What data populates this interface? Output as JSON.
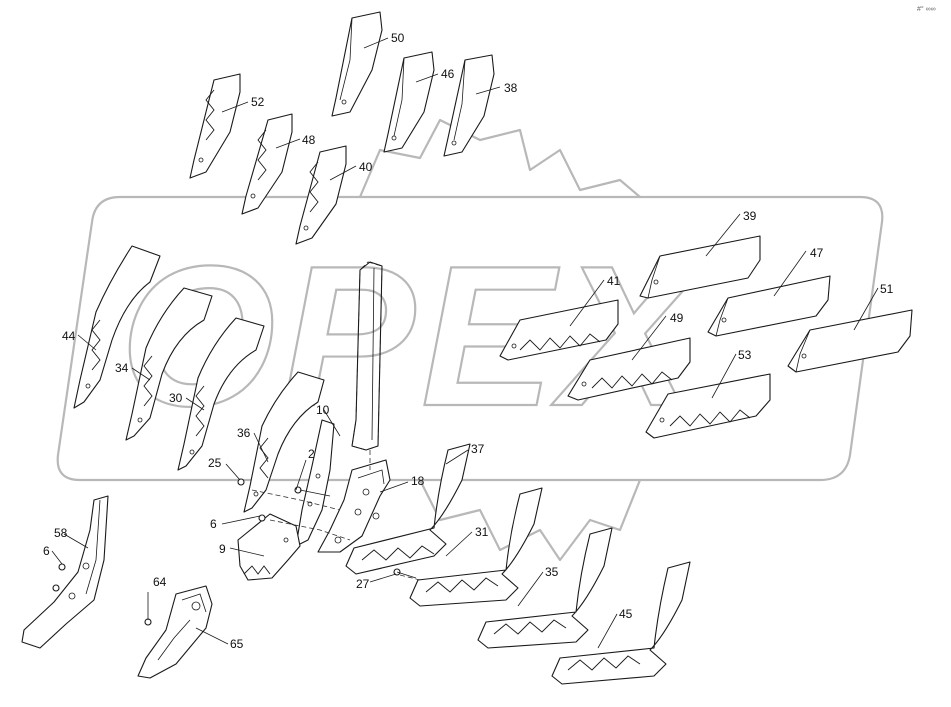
{
  "corner_mark": "#° ∞∞",
  "watermark_logo_text": "OPEX",
  "callouts": [
    {
      "id": "c50",
      "label": "50"
    },
    {
      "id": "c46",
      "label": "46"
    },
    {
      "id": "c38",
      "label": "38"
    },
    {
      "id": "c52",
      "label": "52"
    },
    {
      "id": "c48",
      "label": "48"
    },
    {
      "id": "c40",
      "label": "40"
    },
    {
      "id": "c39",
      "label": "39"
    },
    {
      "id": "c47",
      "label": "47"
    },
    {
      "id": "c41",
      "label": "41"
    },
    {
      "id": "c51",
      "label": "51"
    },
    {
      "id": "c49",
      "label": "49"
    },
    {
      "id": "c53",
      "label": "53"
    },
    {
      "id": "c44",
      "label": "44"
    },
    {
      "id": "c34",
      "label": "34"
    },
    {
      "id": "c30",
      "label": "30"
    },
    {
      "id": "c10",
      "label": "10"
    },
    {
      "id": "c36",
      "label": "36"
    },
    {
      "id": "c2",
      "label": "2"
    },
    {
      "id": "c25",
      "label": "25"
    },
    {
      "id": "c37",
      "label": "37"
    },
    {
      "id": "c18",
      "label": "18"
    },
    {
      "id": "c6a",
      "label": "6"
    },
    {
      "id": "c9",
      "label": "9"
    },
    {
      "id": "c31",
      "label": "31"
    },
    {
      "id": "c58",
      "label": "58"
    },
    {
      "id": "c6b",
      "label": "6"
    },
    {
      "id": "c27",
      "label": "27"
    },
    {
      "id": "c35",
      "label": "35"
    },
    {
      "id": "c64",
      "label": "64"
    },
    {
      "id": "c45",
      "label": "45"
    },
    {
      "id": "c65",
      "label": "65"
    }
  ]
}
